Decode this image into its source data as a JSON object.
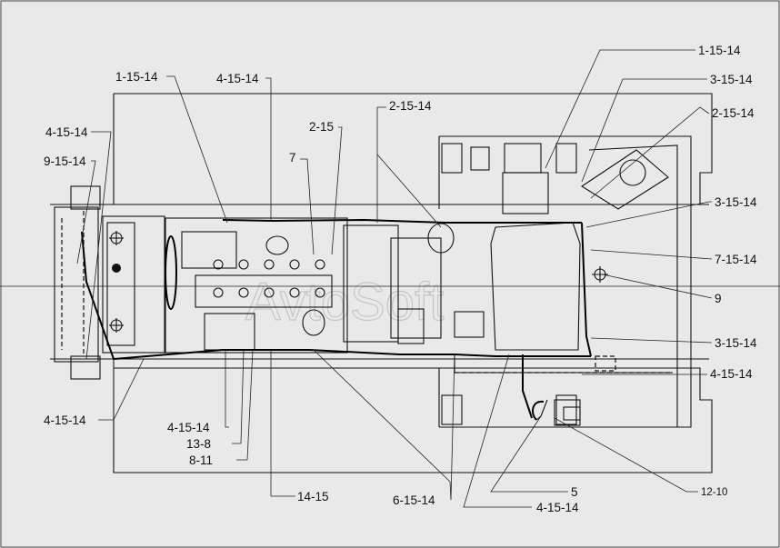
{
  "watermark": "AvtoSoft",
  "callouts": [
    {
      "id": "c1",
      "label": "1-15-14"
    },
    {
      "id": "c2",
      "label": "4-15-14"
    },
    {
      "id": "c3",
      "label": "2-15"
    },
    {
      "id": "c4",
      "label": "2-15-14"
    },
    {
      "id": "c5",
      "label": "1-15-14"
    },
    {
      "id": "c6",
      "label": "3-15-14"
    },
    {
      "id": "c7",
      "label": "2-15-14"
    },
    {
      "id": "c8",
      "label": "4-15-14"
    },
    {
      "id": "c9",
      "label": "9-15-14"
    },
    {
      "id": "c10",
      "label": "7"
    },
    {
      "id": "c11",
      "label": "3-15-14"
    },
    {
      "id": "c12",
      "label": "7-15-14"
    },
    {
      "id": "c13",
      "label": "9"
    },
    {
      "id": "c14",
      "label": "3-15-14"
    },
    {
      "id": "c15",
      "label": "4-15-14"
    },
    {
      "id": "c16",
      "label": "4-15-14"
    },
    {
      "id": "c17",
      "label": "4-15-14"
    },
    {
      "id": "c18",
      "label": "13-8"
    },
    {
      "id": "c19",
      "label": "8-11"
    },
    {
      "id": "c20",
      "label": "14-15"
    },
    {
      "id": "c21",
      "label": "6-15-14"
    },
    {
      "id": "c22",
      "label": "5"
    },
    {
      "id": "c23",
      "label": "4-15-14"
    },
    {
      "id": "c24",
      "label": "12-10"
    }
  ]
}
